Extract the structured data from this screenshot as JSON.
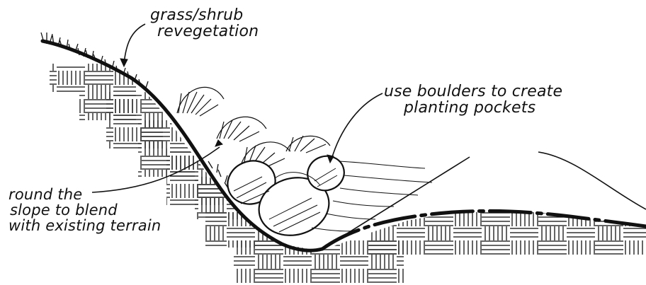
{
  "annotations": {
    "grass": [
      "grass/shrub",
      "revegetation"
    ],
    "boulders": [
      "use boulders to create",
      "planting pockets"
    ],
    "round": [
      "round the",
      "slope to blend",
      "with existing terrain"
    ]
  },
  "colors": {
    "ink": "#111111",
    "paper": "#ffffff"
  }
}
